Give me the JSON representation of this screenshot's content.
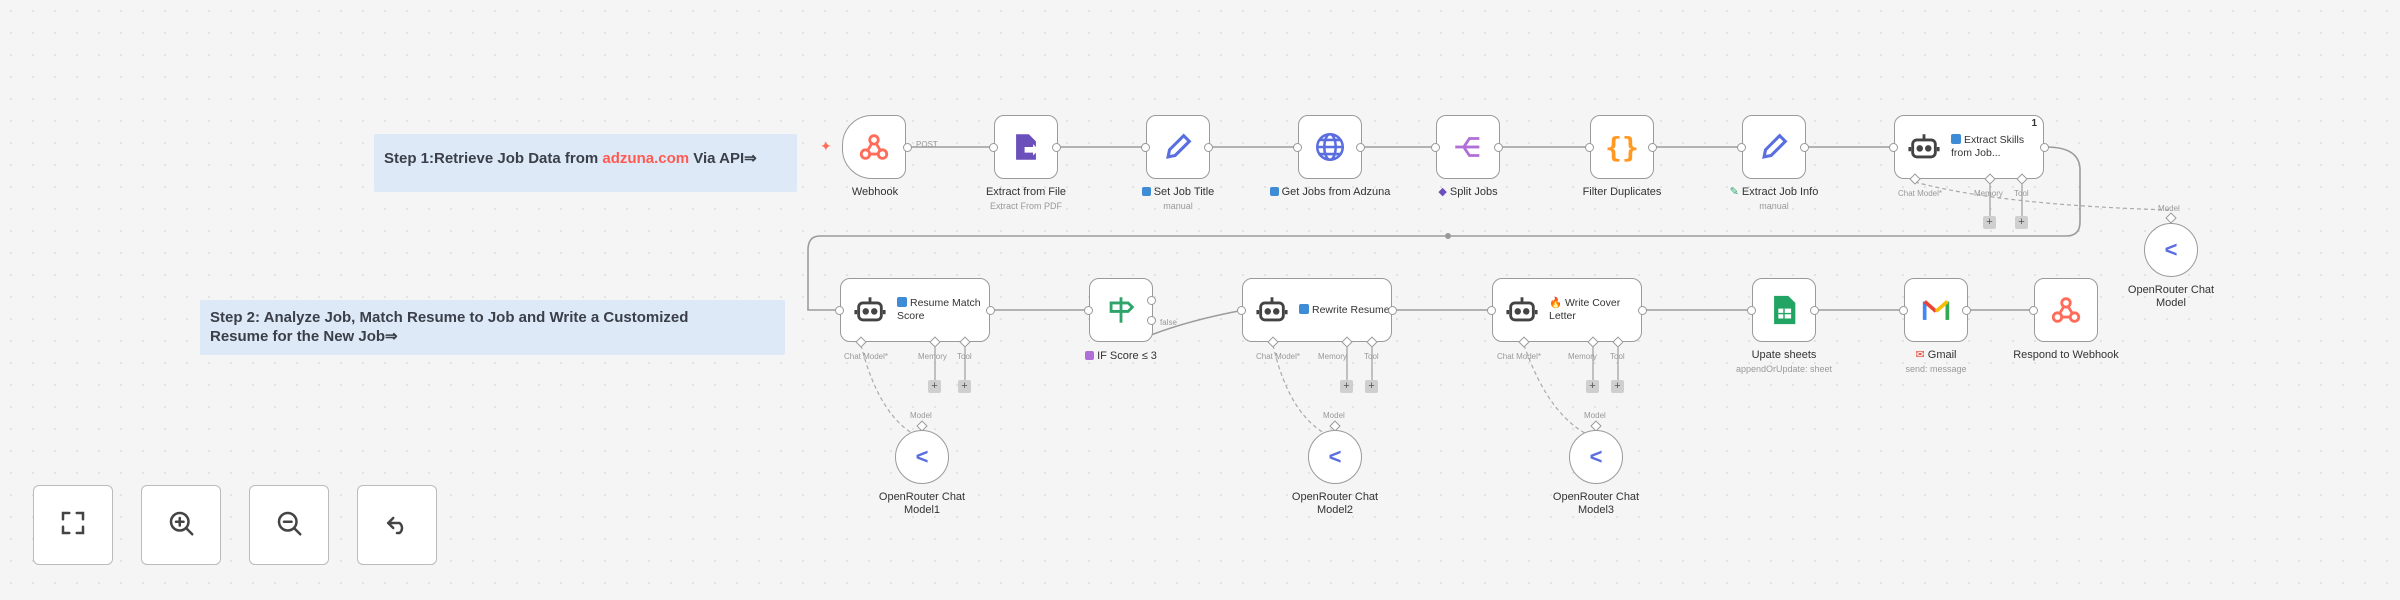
{
  "notes": {
    "step1": {
      "prefix": "Step 1:Retrieve Job Data from ",
      "link": "adzuna.com",
      "suffix": " Via API⇒"
    },
    "step2": {
      "line1": "Step 2: Analyze Job, Match Resume to Job and Write a Customized",
      "line2": "Resume for the New Job⇒"
    }
  },
  "nodes": {
    "webhook": {
      "label": "Webhook",
      "out_label": "POST"
    },
    "extract_file": {
      "label": "Extract from File",
      "sub": "Extract From PDF"
    },
    "set_title": {
      "label": "Set Job Title",
      "sub": "manual"
    },
    "get_jobs": {
      "label": "Get Jobs from Adzuna"
    },
    "split_jobs": {
      "label": "Split Jobs"
    },
    "filter": {
      "label": "Filter Duplicates"
    },
    "extract_info": {
      "label": "Extract Job Info",
      "sub": "manual"
    },
    "extract_skills": {
      "title": "Extract Skills from Job...",
      "badge": "1"
    },
    "resume_match": {
      "title": "Resume Match Score"
    },
    "if_score": {
      "label": "IF Score ≤ 3",
      "false_label": "false"
    },
    "rewrite": {
      "title": "Rewrite Resume"
    },
    "cover": {
      "title": "Write Cover Letter"
    },
    "sheets": {
      "label": "Upate sheets",
      "sub": "appendOrUpdate: sheet"
    },
    "gmail": {
      "label": "Gmail",
      "sub": "send: message"
    },
    "respond": {
      "label": "Respond to Webhook"
    },
    "or_top": {
      "label1": "OpenRouter Chat",
      "label2": "Model"
    },
    "or1": {
      "label1": "OpenRouter Chat",
      "label2": "Model1"
    },
    "or2": {
      "label1": "OpenRouter Chat",
      "label2": "Model2"
    },
    "or3": {
      "label1": "OpenRouter Chat",
      "label2": "Model3"
    }
  },
  "sockets": {
    "chat_model": "Chat Model*",
    "memory": "Memory",
    "tool": "Tool",
    "model": "Model"
  },
  "controls": {
    "fit_icon": "fit-view-icon",
    "zoom_in_icon": "zoom-in-icon",
    "zoom_out_icon": "zoom-out-icon",
    "undo_icon": "undo-icon"
  },
  "colors": {
    "link": "#ff5a52",
    "note_bg": "#dde9f7",
    "trigger": "#ff6d5a",
    "file": "#6b4fbb",
    "pencil": "#5a6ee0",
    "globe": "#5a6ee0",
    "split": "#b06fd6",
    "code": "#ff9922",
    "sheets": "#21a464",
    "if": "#2fa46a"
  }
}
